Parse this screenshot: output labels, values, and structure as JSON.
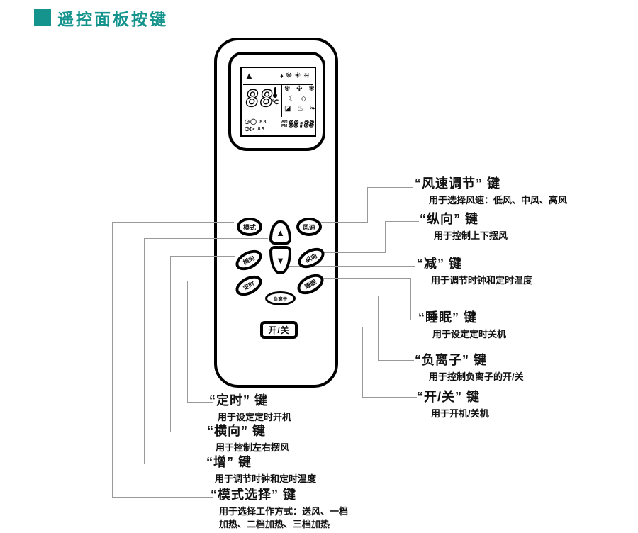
{
  "page": {
    "title": "遥控面板按键",
    "accent_color": "#15948d",
    "connector_color": "#999999"
  },
  "remote": {
    "lcd": {
      "status_row": [
        "▲",
        "♦",
        "❋",
        "☀",
        "≋"
      ],
      "temp_digits": "88",
      "temp_unit": "℃",
      "fan_row": "❆ ✣ ❃",
      "mode_row": "☾ ◇",
      "extra_row": "◪ ♨ ❧",
      "clock1_icons": "◷◯",
      "clock1_digits": "88",
      "clock2_icons": "◷▷",
      "clock2_digits": "88",
      "am": "AM",
      "pm": "PM",
      "time_digits": "88:88"
    },
    "buttons": {
      "mode": "模式",
      "fan_speed": "风速",
      "up": "▲",
      "down": "▼",
      "horizontal": "横向",
      "vertical": "纵向",
      "timer": "定时",
      "sleep": "睡眠",
      "anion": "负离子",
      "power": "开/关"
    }
  },
  "annotations": {
    "right": [
      {
        "title": "“风速调节” 键",
        "desc": "用于选择风速：低风、中风、高风"
      },
      {
        "title": "“纵向” 键",
        "desc": "用于控制上下摆风"
      },
      {
        "title": "“减” 键",
        "desc": "用于调节时钟和定时温度"
      },
      {
        "title": "“睡眠” 键",
        "desc": "用于设定定时关机"
      },
      {
        "title": "“负离子” 键",
        "desc": "用于控制负离子的开/关"
      },
      {
        "title": "“开/关” 键",
        "desc": "用于开机/关机"
      }
    ],
    "left": [
      {
        "title": "“定时” 键",
        "desc": "用于设定定时开机"
      },
      {
        "title": "“横向” 键",
        "desc": "用于控制左右摆风"
      },
      {
        "title": "“增” 键",
        "desc": "用于调节时钟和定时温度"
      },
      {
        "title": "“模式选择” 键",
        "desc": "用于选择工作方式：送风、一档加热、二档加热、三档加热"
      }
    ]
  }
}
